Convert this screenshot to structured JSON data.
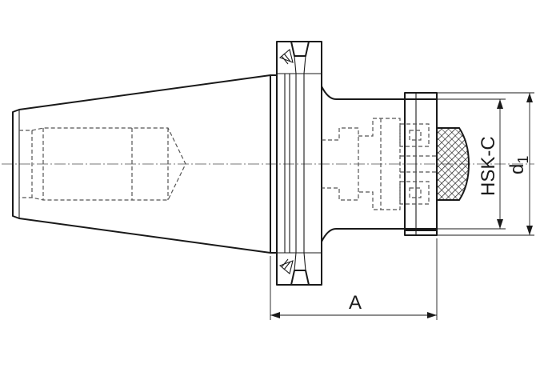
{
  "labels": {
    "dim_length": "A",
    "dim_diameter_main": "d",
    "dim_diameter_sub": "1",
    "hsk_type": "HSK-C"
  },
  "colors": {
    "line": "#1a1a1a",
    "hidden": "#555555",
    "center": "#777777",
    "background": "#ffffff"
  }
}
